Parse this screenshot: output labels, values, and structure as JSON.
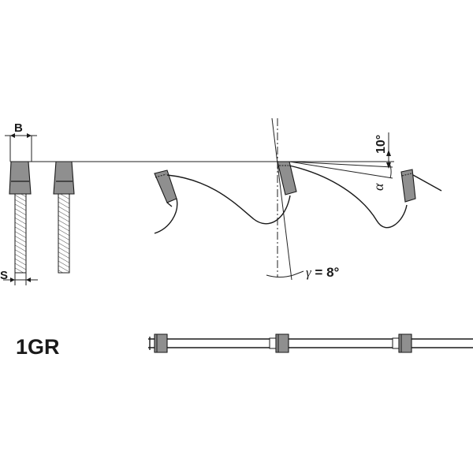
{
  "labels": {
    "b": "B",
    "s": "S",
    "clearance_angle": "10°",
    "alpha": "α",
    "gamma_symbol": "γ",
    "gamma_value": " = 8°",
    "tooth_code": "1GR"
  },
  "colors": {
    "line": "#1a1a1a",
    "tooth_fill": "#8f8f8f",
    "background": "#ffffff"
  }
}
